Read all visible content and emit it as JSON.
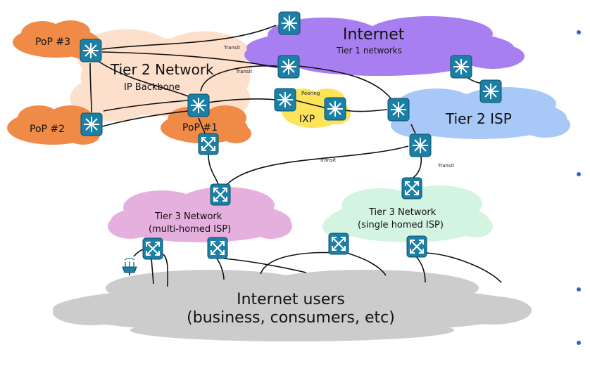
{
  "clouds": {
    "pop3": "PoP #3",
    "pop2": "PoP #2",
    "pop1": "PoP #1",
    "tier2_network": "Tier 2 Network",
    "ip_backbone": "IP Backbone",
    "internet": "Internet",
    "tier1": "Tier 1 networks",
    "ixp": "IXP",
    "tier2_isp": "Tier 2 ISP",
    "tier3_multi_title": "Tier 3 Network",
    "tier3_multi_sub": "(multi-homed ISP)",
    "tier3_single_title": "Tier 3 Network",
    "tier3_single_sub": "(single homed ISP)",
    "users_title": "Internet users",
    "users_sub": "(business, consumers, etc)"
  },
  "link_labels": {
    "transit_1": "Transit",
    "transit_2": "Transit",
    "peering": "Peering",
    "transit_3": "Transit",
    "transit_4": "Transit"
  },
  "colors": {
    "pop": "#f08a47",
    "backbone": "#fde0cc",
    "internet": "#a87ff0",
    "ixp": "#fde35a",
    "tier2_isp": "#a8c8f8",
    "tier3_multi": "#e6b0de",
    "tier3_single": "#d4f4e2",
    "users": "#cccccc",
    "device": "#1b7fa6",
    "bullet": "#3b5bc7"
  },
  "icons": {
    "router": "router-icon",
    "switch": "switch-icon",
    "wireless": "wireless-access-point-icon"
  }
}
